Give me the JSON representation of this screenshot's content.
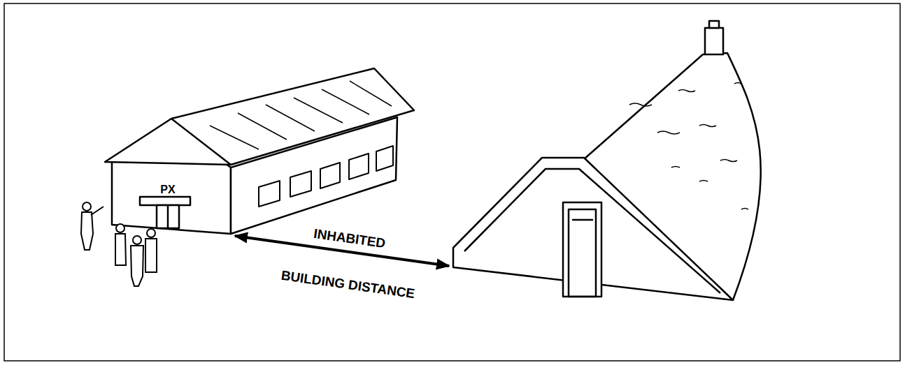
{
  "diagram": {
    "labels": [
      "PX",
      "INHABITED",
      "BUILDING DISTANCE"
    ]
  }
}
